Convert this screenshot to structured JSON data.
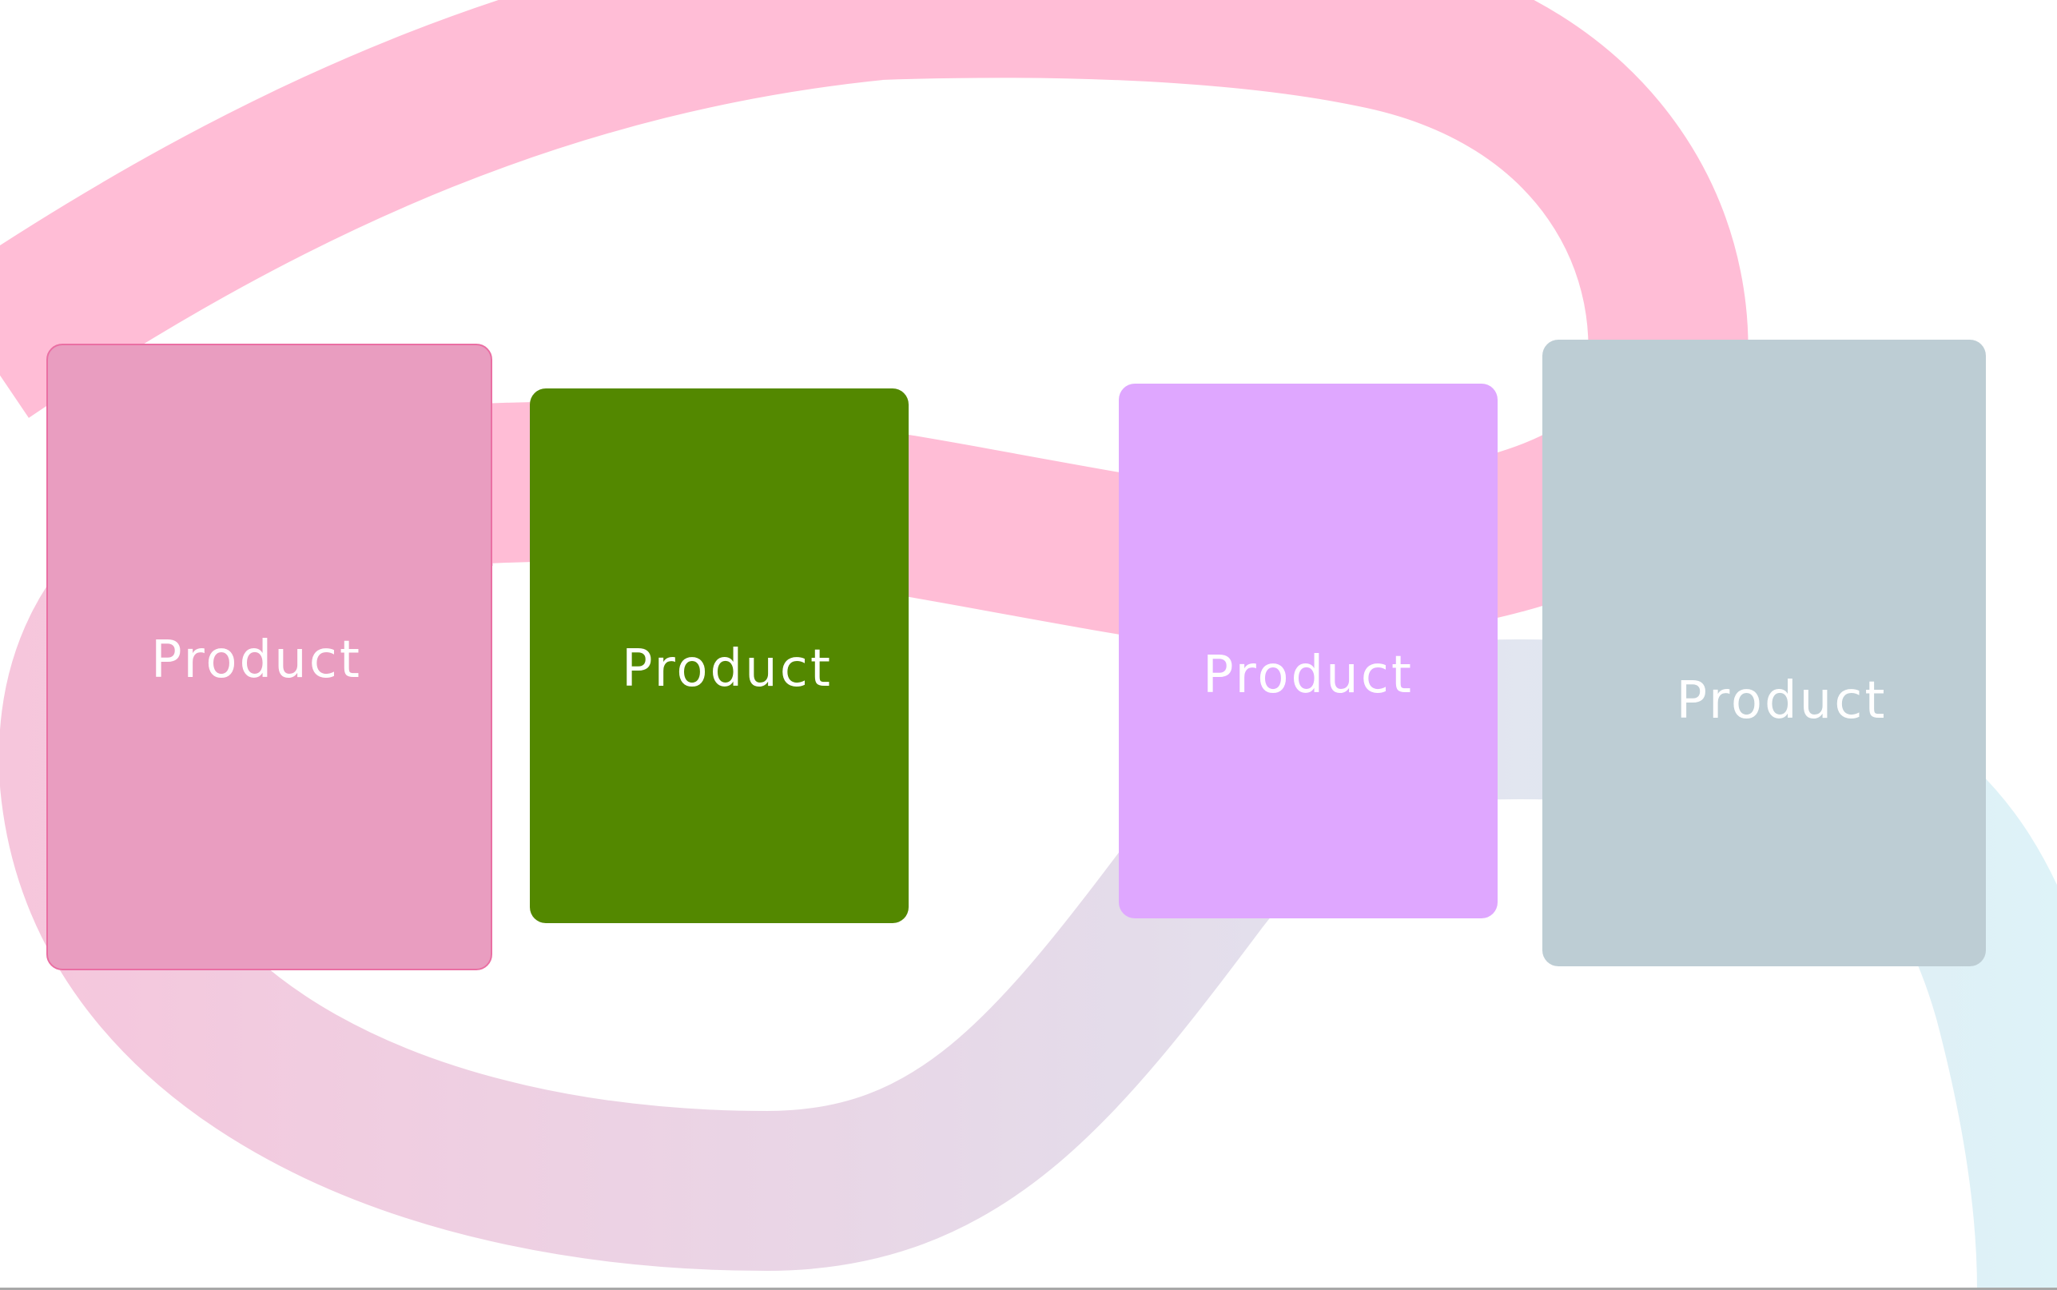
{
  "colors": {
    "ribbon_pink": "#ffbdd6",
    "ribbon_fade_start": "#f6c6dc",
    "ribbon_fade_mid": "#e4dcea",
    "ribbon_fade_end": "#def3f8",
    "card_1": "#e99dc0",
    "card_2": "#538800",
    "card_3": "#dfa7ff",
    "card_4": "#bdcdd4",
    "card_label": "#ffffff"
  },
  "cards": [
    {
      "label": "Product",
      "color": "#e99dc0"
    },
    {
      "label": "Product",
      "color": "#538800"
    },
    {
      "label": "Product",
      "color": "#dfa7ff"
    },
    {
      "label": "Product",
      "color": "#bdcdd4"
    }
  ]
}
